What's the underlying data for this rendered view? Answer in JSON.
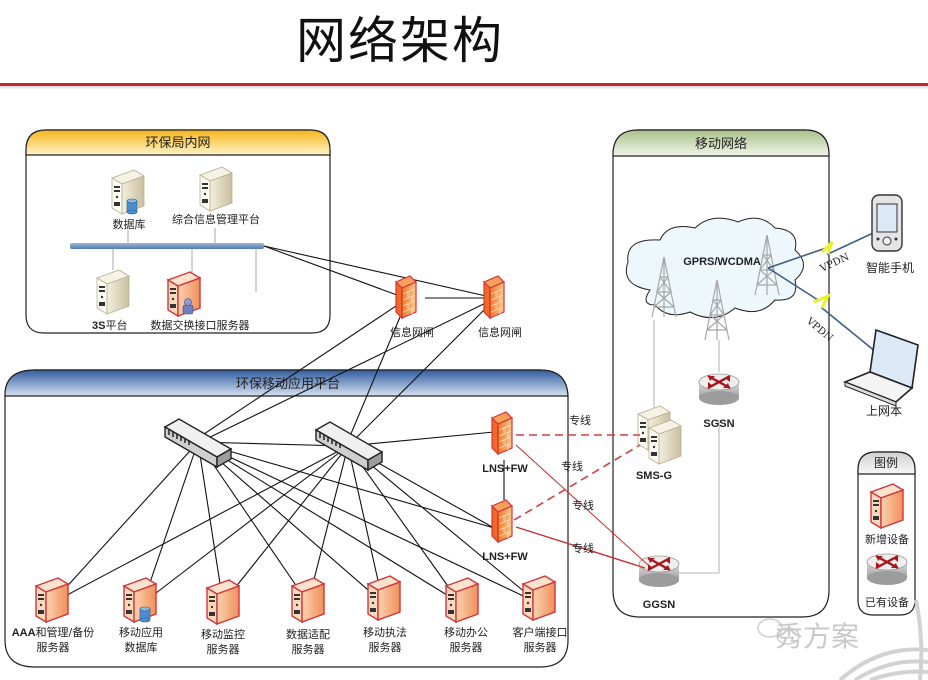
{
  "title": "网络架构",
  "zones": {
    "lan": {
      "label": "环保局内网",
      "color": "#f6b820"
    },
    "platform": {
      "label": "环保移动应用平台",
      "color": "#3a66a8"
    },
    "mobile": {
      "label": "移动网络",
      "color": "#b7c99a"
    },
    "legend": {
      "label": "图例"
    }
  },
  "lan_nodes": [
    {
      "id": "db",
      "label": "数据库",
      "type": "existing-server-db"
    },
    {
      "id": "info-mgmt",
      "label": "综合信息管理平台",
      "type": "existing-server"
    },
    {
      "id": "3s",
      "label_bold": "3S",
      "label": "平台",
      "type": "existing-server"
    },
    {
      "id": "exchange",
      "label": "数据交换接口服务器",
      "type": "new-server-user"
    }
  ],
  "gateways": [
    {
      "id": "gw1",
      "label": "信息网闸"
    },
    {
      "id": "gw2",
      "label": "信息网闸"
    }
  ],
  "platform_nodes": [
    {
      "id": "aaa",
      "label_bold": "AAA",
      "line1": "和管理/备份",
      "line2": "服务器"
    },
    {
      "id": "mob-db",
      "line1": "移动应用",
      "line2": "数据库"
    },
    {
      "id": "monitor",
      "line1": "移动监控",
      "line2": "服务器"
    },
    {
      "id": "adapter",
      "line1": "数据适配",
      "line2": "服务器"
    },
    {
      "id": "enforce",
      "line1": "移动执法",
      "line2": "服务器"
    },
    {
      "id": "office",
      "line1": "移动办公",
      "line2": "服务器"
    },
    {
      "id": "client-if",
      "line1": "客户端接口",
      "line2": "服务器"
    }
  ],
  "lns": [
    {
      "id": "lns1",
      "label": "LNS+FW"
    },
    {
      "id": "lns2",
      "label": "LNS+FW"
    }
  ],
  "links": {
    "dedicated_label": "专线",
    "vpdn_label": "VPDN"
  },
  "mobile_nodes": {
    "cloud": "GPRS/WCDMA",
    "sgsn": "SGSN",
    "smsg": "SMS-G",
    "ggsn": "GGSN"
  },
  "endpoints": [
    {
      "id": "phone",
      "label": "智能手机"
    },
    {
      "id": "laptop",
      "label": "上网本"
    }
  ],
  "legend": {
    "new": "新增设备",
    "existing": "已有设备"
  },
  "watermark": "秀方案"
}
